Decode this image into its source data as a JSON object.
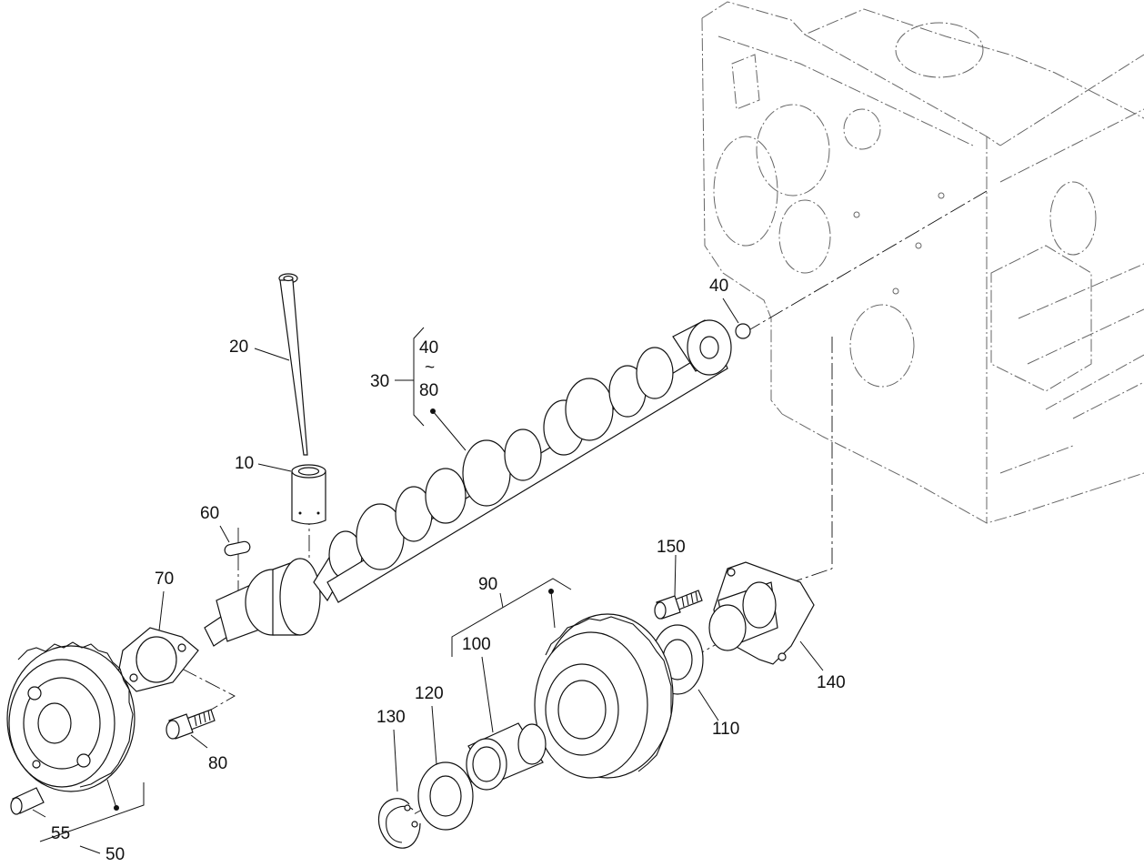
{
  "labels": {
    "push_rod": "20",
    "tappet": "10",
    "camshaft_assy": "30",
    "range_top": "40",
    "range_tilde": "~",
    "range_bottom": "80",
    "ball": "40",
    "key": "60",
    "thrust_plate": "70",
    "bolt": "80",
    "gear_assy": "50",
    "pin": "55",
    "idle_gear_assy": "90",
    "bushing": "100",
    "thrust_washer_a": "120",
    "snap_ring": "130",
    "bolt_2": "150",
    "thrust_washer_b": "110",
    "idle_shaft": "140"
  }
}
